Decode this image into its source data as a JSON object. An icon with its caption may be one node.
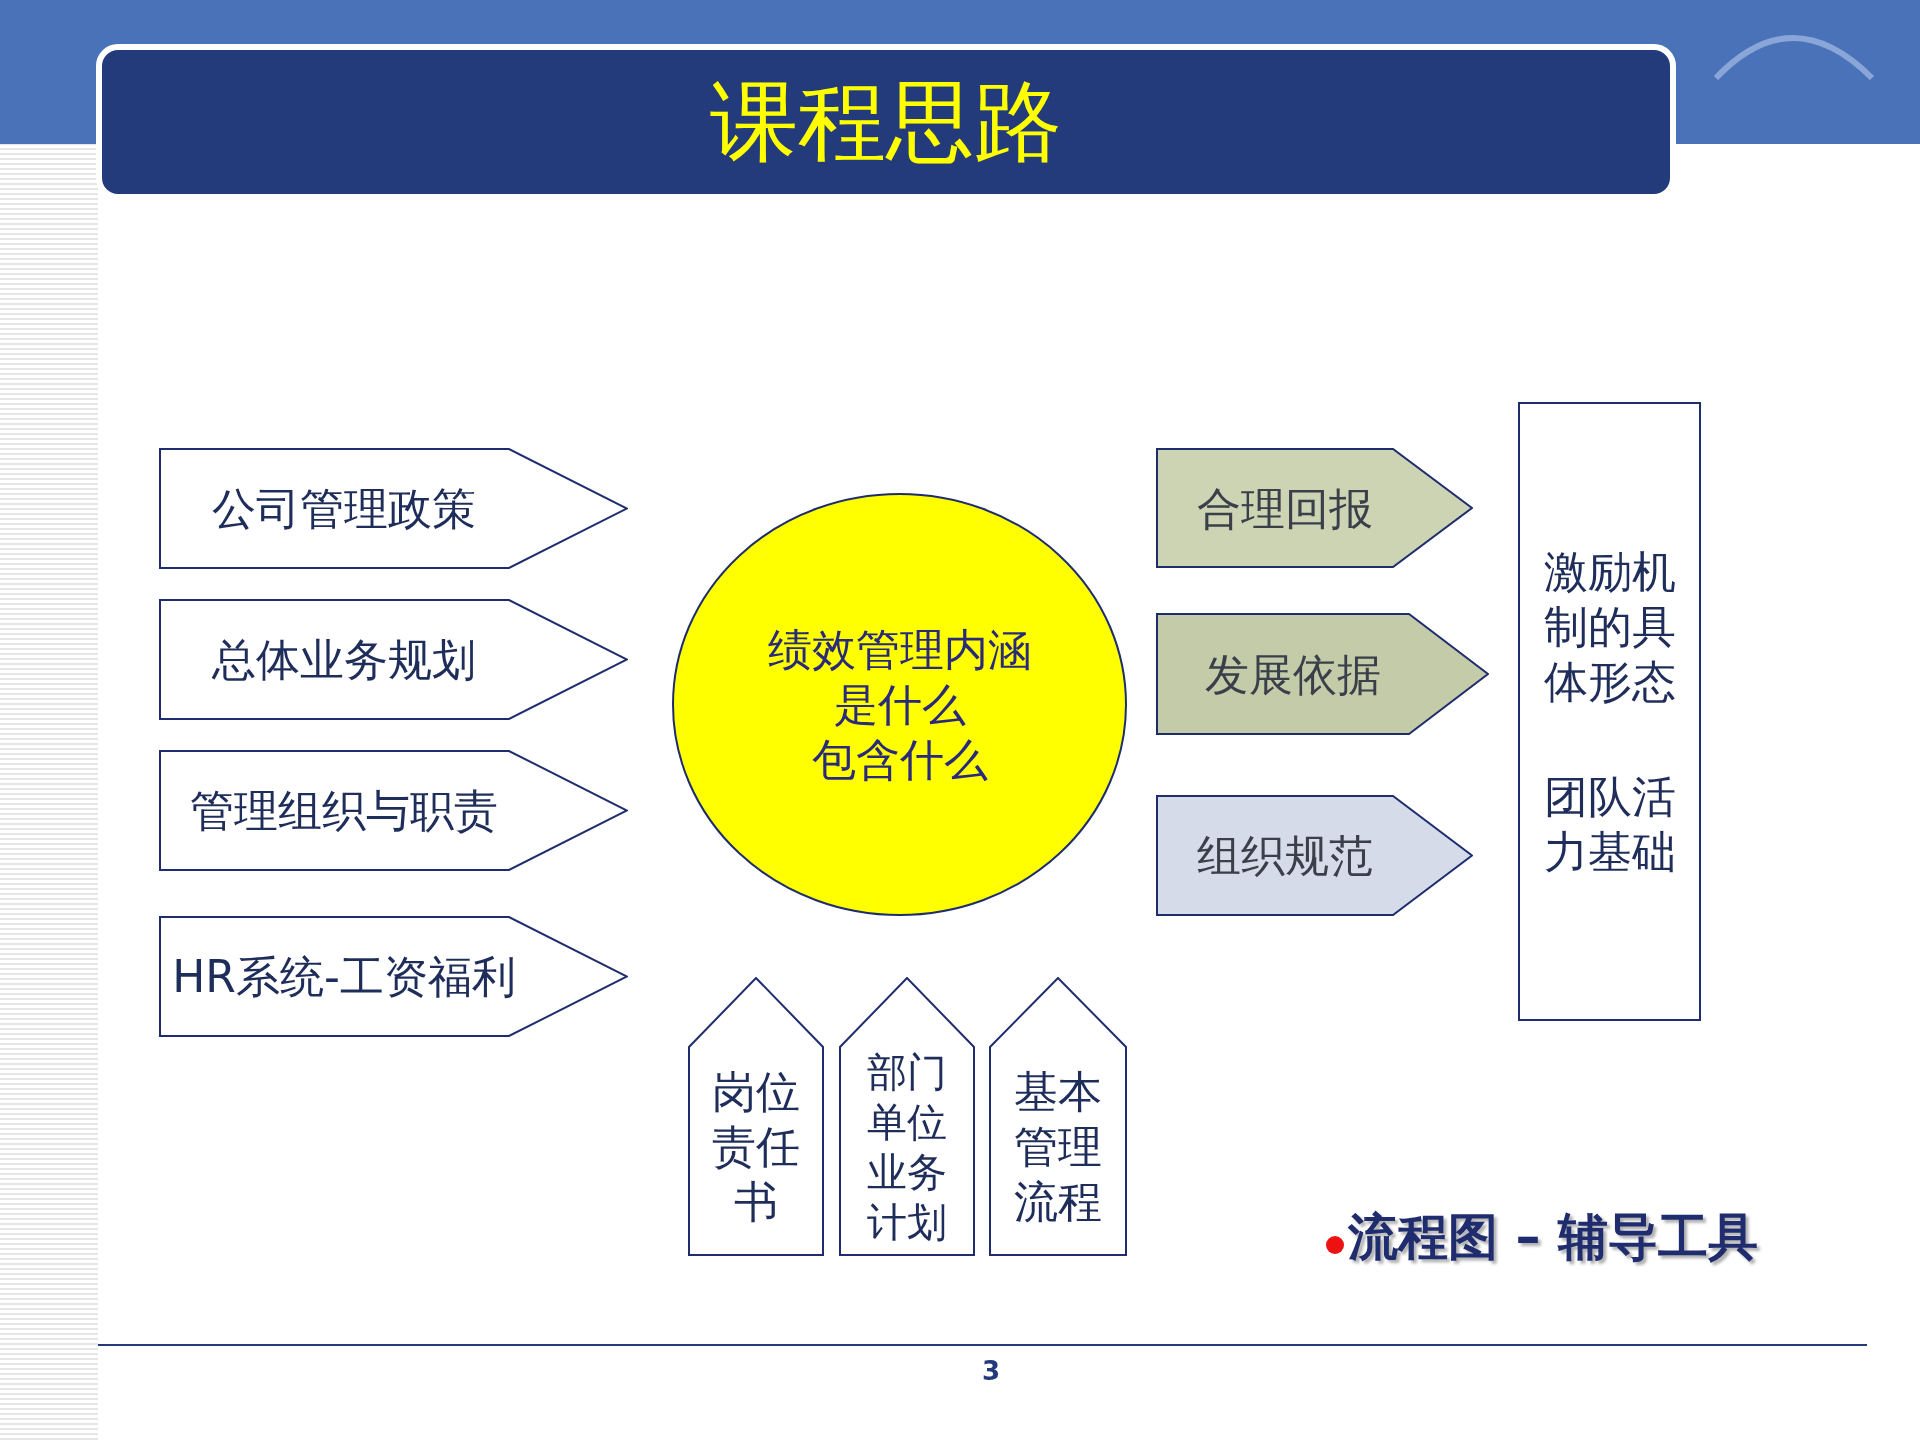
{
  "diagram": {
    "title": "课程思路",
    "nodes": [
      {
        "text": [
          "公司管理政策"
        ]
      },
      {
        "text": [
          "总体业务规划"
        ]
      },
      {
        "text": [
          "管理组织与职责"
        ]
      },
      {
        "text": [
          "HR系统-工资福利"
        ]
      },
      {
        "text": [
          "绩效管理内涵",
          "是什么",
          "包含什么"
        ]
      },
      {
        "text": [
          "合理回报"
        ]
      },
      {
        "text": [
          "发展依据"
        ]
      },
      {
        "text": [
          "组织规范"
        ]
      },
      {
        "text": [
          "激励机制的具体形态",
          "团队活力基础"
        ]
      },
      {
        "text": [
          "岗位责任书"
        ]
      },
      {
        "text": [
          "部门单位业务计划"
        ]
      },
      {
        "text": [
          "基本管理流程"
        ]
      }
    ],
    "edges": [],
    "labels": [
      "流程图 – 辅导工具",
      "3"
    ]
  }
}
